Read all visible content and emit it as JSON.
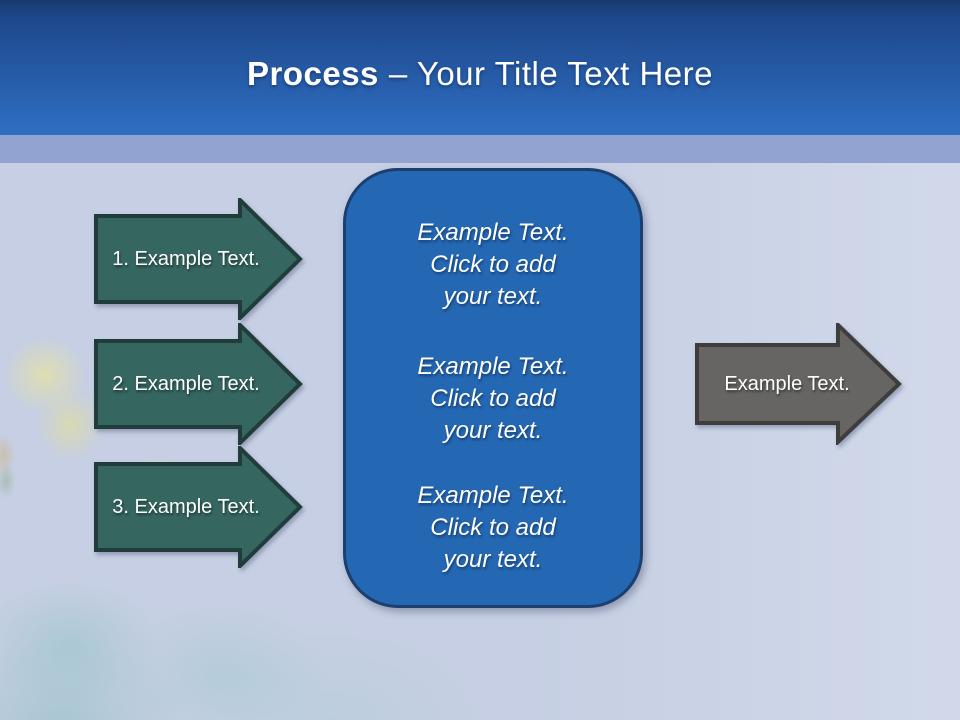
{
  "slide": {
    "title": {
      "bold": "Process",
      "rest": "– Your Title Text Here"
    },
    "left_arrows": [
      {
        "label": "1. Example Text."
      },
      {
        "label": "2. Example Text."
      },
      {
        "label": "3. Example Text."
      }
    ],
    "center_box": {
      "blocks": [
        "Example Text.\nClick  to add\nyour text.",
        "Example Text.\nClick  to add\nyour text.",
        "Example Text.\nClick  to add\nyour text."
      ]
    },
    "right_arrow": {
      "label": "Example Text."
    },
    "colors": {
      "background": "#c6cfe3",
      "header_bottom": "#2e6fc3",
      "band": "#93a3d1",
      "teal_arrow_fill": "#366660",
      "teal_arrow_border": "#203d3b",
      "blue_box_fill": "#2467b3",
      "blue_box_border": "#1d3f70",
      "gray_arrow_fill": "#676563",
      "gray_arrow_border": "#3e3d3c",
      "text": "#ffffff"
    }
  }
}
